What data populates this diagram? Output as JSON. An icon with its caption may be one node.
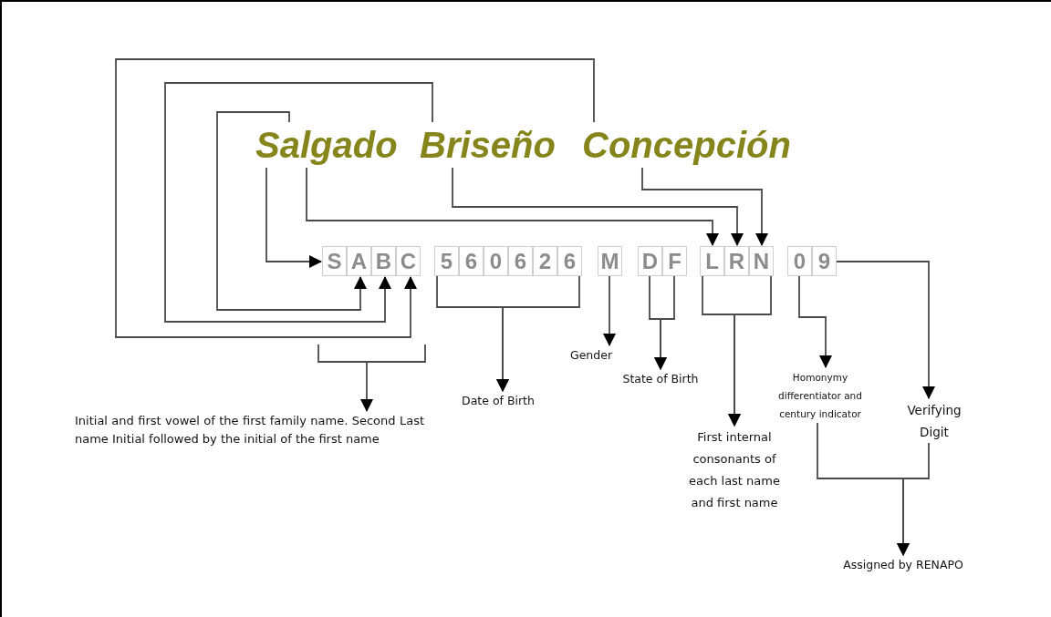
{
  "diagram": {
    "nodes": [
      {
        "text": [
          "Salgado"
        ]
      },
      {
        "text": [
          "Briseño"
        ]
      },
      {
        "text": [
          "Concepción"
        ]
      },
      {
        "text": [
          "S"
        ]
      },
      {
        "text": [
          "A"
        ]
      },
      {
        "text": [
          "B"
        ]
      },
      {
        "text": [
          "C"
        ]
      },
      {
        "text": [
          "5"
        ]
      },
      {
        "text": [
          "6"
        ]
      },
      {
        "text": [
          "0"
        ]
      },
      {
        "text": [
          "6"
        ]
      },
      {
        "text": [
          "2"
        ]
      },
      {
        "text": [
          "6"
        ]
      },
      {
        "text": [
          "M"
        ]
      },
      {
        "text": [
          "D"
        ]
      },
      {
        "text": [
          "F"
        ]
      },
      {
        "text": [
          "L"
        ]
      },
      {
        "text": [
          "R"
        ]
      },
      {
        "text": [
          "N"
        ]
      },
      {
        "text": [
          "0"
        ]
      },
      {
        "text": [
          "9"
        ]
      },
      {
        "text": [
          "Initial and first vowel of the first family name. Second Last name Initial followed by the initial of the first name"
        ]
      },
      {
        "text": [
          "Date of Birth"
        ]
      },
      {
        "text": [
          "Gender"
        ]
      },
      {
        "text": [
          "State of Birth"
        ]
      },
      {
        "text": [
          "First internal consonants of each last name and first name"
        ]
      },
      {
        "text": [
          "Homonymy differentiator and century indicator"
        ]
      },
      {
        "text": [
          "Verifying Digit"
        ]
      },
      {
        "text": [
          "Assigned by RENAPO"
        ]
      }
    ],
    "edges": [
      {
        "from": 0,
        "to": 3,
        "arrow": "to"
      },
      {
        "from": 0,
        "to": 4,
        "arrow": "to"
      },
      {
        "from": 1,
        "to": 5,
        "arrow": "to"
      },
      {
        "from": 2,
        "to": 6,
        "arrow": "to"
      },
      {
        "from": 0,
        "to": 16,
        "arrow": "to"
      },
      {
        "from": 1,
        "to": 17,
        "arrow": "to"
      },
      {
        "from": 2,
        "to": 18,
        "arrow": "to"
      },
      {
        "from": null,
        "to": 21,
        "arrow": "to"
      },
      {
        "from": 7,
        "to": 22,
        "arrow": "to"
      },
      {
        "from": 12,
        "to": 22,
        "arrow": "to"
      },
      {
        "from": 13,
        "to": 23,
        "arrow": "to"
      },
      {
        "from": 14,
        "to": 24,
        "arrow": "to"
      },
      {
        "from": 15,
        "to": 24,
        "arrow": "to"
      },
      {
        "from": 16,
        "to": 25,
        "arrow": "to"
      },
      {
        "from": 18,
        "to": 25,
        "arrow": "to"
      },
      {
        "from": 19,
        "to": 26,
        "arrow": "to"
      },
      {
        "from": 20,
        "to": 27,
        "arrow": "to"
      },
      {
        "from": 26,
        "to": 28,
        "arrow": "to"
      },
      {
        "from": 27,
        "to": 28,
        "arrow": "to"
      }
    ]
  }
}
